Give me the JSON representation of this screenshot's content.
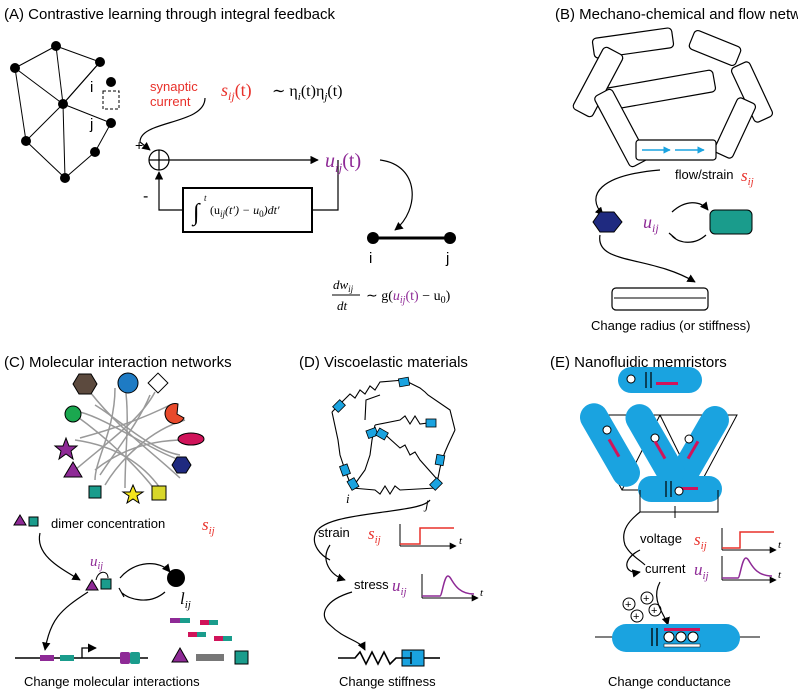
{
  "panels": {
    "A": {
      "title": "(A)  Contrastive learning through integral feedback",
      "synaptic_label_1": "synaptic",
      "synaptic_label_2": "current",
      "s_ij_t": "s",
      "s_sub": "ij",
      "s_arg": "(t)",
      "s_rel": "∼ η",
      "eta_i": "i",
      "eta_mid": "(t)η",
      "eta_j": "j",
      "eta_end": "(t)",
      "node_i": "i",
      "node_j": "j",
      "plus": "+",
      "minus": "-",
      "integral": "∫",
      "integral_upper": "t",
      "integral_body": "(u",
      "integral_sub": "ij",
      "integral_rest": "(t′) − u",
      "integral_u0": "0",
      "integral_dt": ")dt′",
      "u_out": "u",
      "u_out_sub": "ij",
      "u_out_arg": "(t)",
      "edge_i": "i",
      "edge_j": "j",
      "dw_num": "dw",
      "dw_num_sub": "ij",
      "dw_den": "dt",
      "dw_rhs_pre": "∼ g(",
      "dw_u": "u",
      "dw_u_sub": "ij",
      "dw_u_arg": "(t)",
      "dw_rhs_post": " − u",
      "dw_u0": "0",
      "dw_close": ")"
    },
    "B": {
      "title": "(B)  Mechano-chemical and flow networks",
      "flow_label": "flow/strain",
      "s": "s",
      "s_sub": "ij",
      "u": "u",
      "u_sub": "ij",
      "caption": "Change radius (or stiffness)"
    },
    "C": {
      "title": "(C)  Molecular interaction networks",
      "dimer_label": "dimer concentration",
      "s": "s",
      "s_sub": "ij",
      "u": "u",
      "u_sub": "ij",
      "l": "l",
      "l_sub": "ij",
      "caption": "Change molecular interactions"
    },
    "D": {
      "title": "(D)  Viscoelastic materials",
      "node_i": "i",
      "node_j": "j",
      "strain_label": "strain",
      "s": "s",
      "s_sub": "ij",
      "stress_label": "stress",
      "u": "u",
      "u_sub": "ij",
      "t1": "t",
      "t2": "t",
      "caption": "Change stiffness"
    },
    "E": {
      "title": "(E)  Nanofluidic memristors",
      "voltage_label": "voltage",
      "s": "s",
      "s_sub": "ij",
      "current_label": "current",
      "u": "u",
      "u_sub": "ij",
      "t1": "t",
      "t2": "t",
      "caption": "Change conductance"
    }
  },
  "colors": {
    "red": "#e8302a",
    "purple": "#8e2a96",
    "blue": "#1aa3e0",
    "teal": "#1a9c8c",
    "navy": "#1f2a80",
    "magenta": "#d0145a"
  }
}
